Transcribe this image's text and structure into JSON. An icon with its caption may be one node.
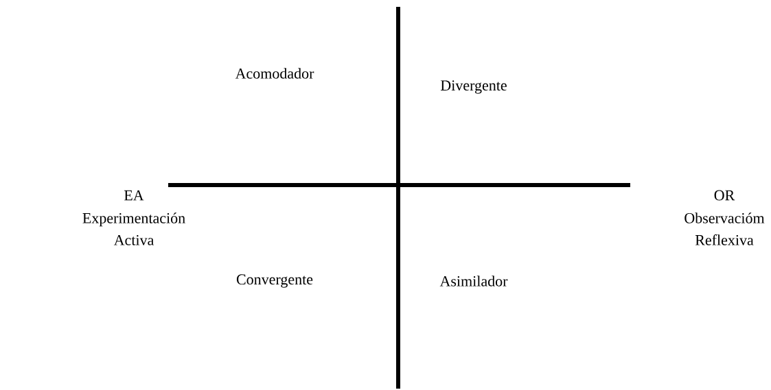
{
  "diagram": {
    "labels": [
      "Acomodador",
      "Divergente",
      "EA",
      "Experimentación Activa",
      "OR",
      "Observacióm Reflexiva",
      "Convergente",
      "Asimilador"
    ]
  }
}
